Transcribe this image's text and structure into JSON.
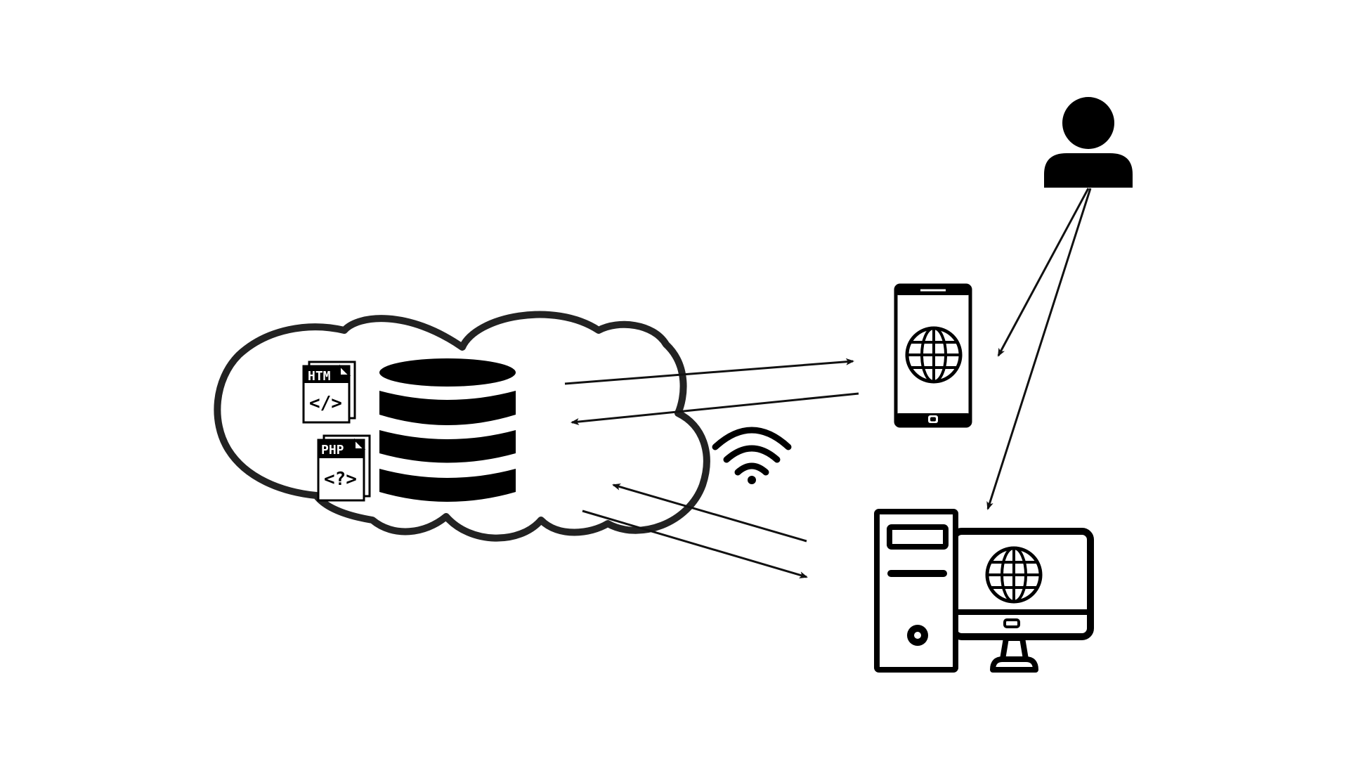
{
  "diagram": {
    "files": [
      {
        "tag": "HTM",
        "glyph": "</>"
      },
      {
        "tag": "PHP",
        "glyph": "<?>"
      }
    ],
    "icons": {
      "server_cloud": "cloud-icon",
      "database": "database-icon",
      "html_file": "html-file-icon",
      "php_file": "php-file-icon",
      "wifi": "wifi-icon",
      "phone": "smartphone-icon",
      "desktop": "desktop-computer-icon",
      "user": "user-icon",
      "globe": "globe-icon"
    },
    "connections": [
      {
        "from": "server",
        "to": "smartphone"
      },
      {
        "from": "smartphone",
        "to": "server"
      },
      {
        "from": "desktop",
        "to": "server"
      },
      {
        "from": "server",
        "to": "desktop"
      },
      {
        "from": "user",
        "to": "smartphone"
      },
      {
        "from": "user",
        "to": "desktop"
      }
    ],
    "colors": {
      "stroke": "#222222",
      "fill": "#000000",
      "background": "#ffffff"
    }
  }
}
